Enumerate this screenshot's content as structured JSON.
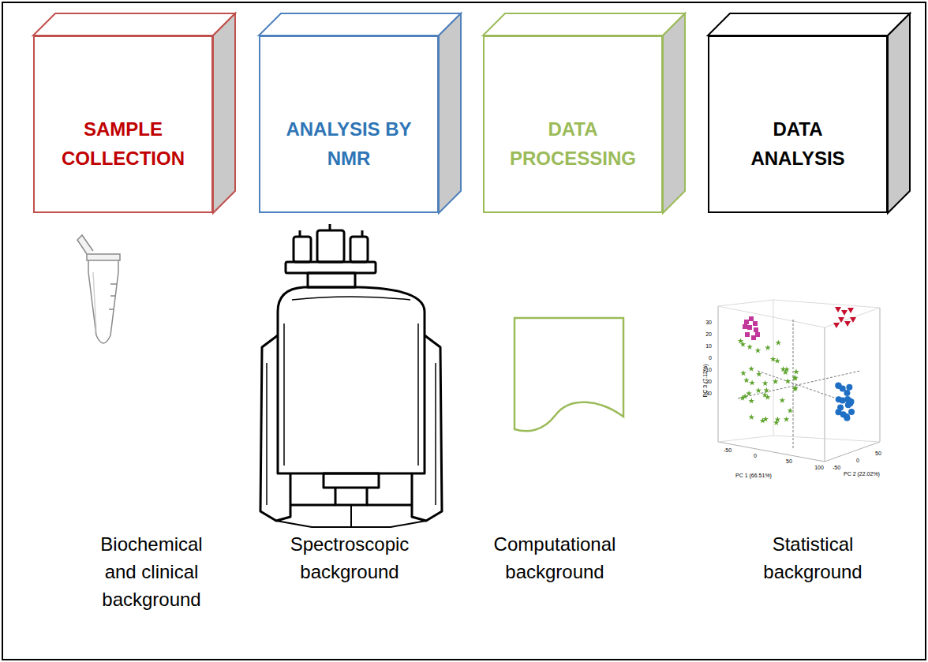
{
  "diagram": {
    "nodes": [
      {
        "text": [
          "SAMPLE COLLECTION"
        ]
      },
      {
        "text": [
          "ANALYSIS BY NMR"
        ]
      },
      {
        "text": [
          "DATA PROCESSING"
        ]
      },
      {
        "text": [
          "DATA ANALYSIS"
        ]
      }
    ],
    "labels": [
      "Biochemical and clinical background",
      "Spectroscopic background",
      "Computational background",
      "Statistical background",
      "PC 3 (7.12%)",
      "30",
      "20",
      "10",
      "0",
      "-10",
      "-20",
      "-30",
      "PC 1 (66.51%)",
      "-50",
      "0",
      "50",
      "100",
      "PC 2 (22.02%)",
      "-50",
      "0",
      "50"
    ]
  }
}
